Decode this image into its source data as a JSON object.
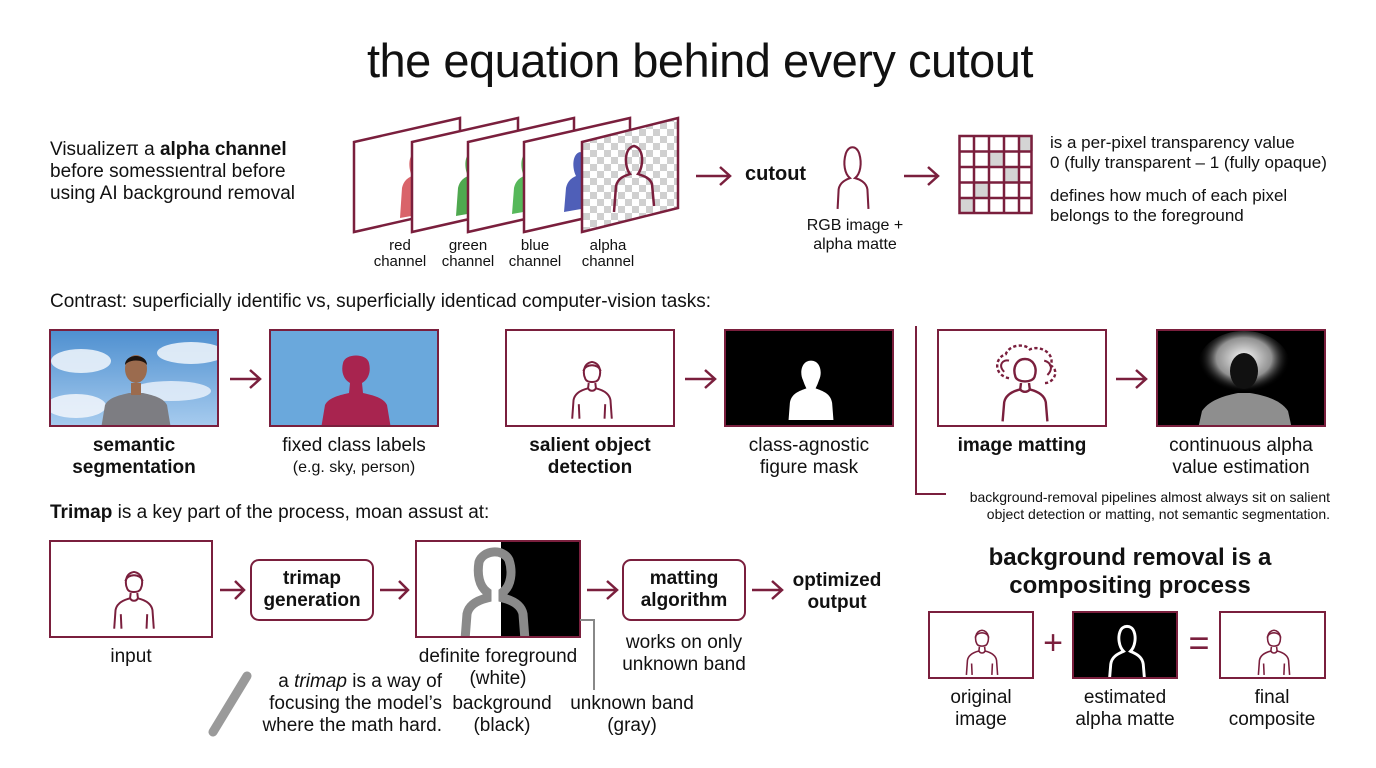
{
  "title": "the equation behind every cutout",
  "intro": {
    "line1_pre": "Visualizeπ a ",
    "line1_bold": "alpha channel",
    "line2": "before somessιentral before",
    "line3": "using AI background removal"
  },
  "channels": [
    {
      "line1": "red",
      "line2": "channel"
    },
    {
      "line1": "green",
      "line2": "channel"
    },
    {
      "line1": "blue",
      "line2": "channel"
    },
    {
      "line1": "alpha",
      "line2": "channel"
    }
  ],
  "cutout": {
    "label": "cutout",
    "sub1": "RGB image +",
    "sub2": "alpha matte"
  },
  "alpha_def": {
    "line1": "is a per-pixel transparency value",
    "line2": "0 (fully transparent – 1 (fully opaque)",
    "line3": "defines how much of each pixel",
    "line4": "belongs to the foreground"
  },
  "contrast_heading": "Contrast: superficially identific vs, superficially identicad computer-vision tasks:",
  "tasks": {
    "semantic": {
      "line1": "semantic",
      "line2": "segmentation"
    },
    "fixed": {
      "line1": "fixed class labels",
      "line2": "(e.g. sky, person)"
    },
    "salient": {
      "line1": "salient object",
      "line2": "detection"
    },
    "agnostic": {
      "line1": "class-agnostic",
      "line2": "figure mask"
    },
    "matting": {
      "line1": "image matting"
    },
    "continuous": {
      "line1": "continuous alpha",
      "line2": "value estimation"
    }
  },
  "pipeline_note": {
    "line1": "background-removal pipelines almost always sit on salient",
    "line2": "object detection or matting, not semantic segmentation."
  },
  "trimap": {
    "heading_bold": "Trimap",
    "heading_rest": " is a key part of the process, moan assust at:",
    "input_label": "input",
    "box1": {
      "line1": "trimap",
      "line2": "generation"
    },
    "box2": {
      "line1": "matting",
      "line2": "algorithm"
    },
    "works1": "works on only",
    "works2": "unknown band",
    "output1": "optimized",
    "output2": "output",
    "fg1": "definite foreground",
    "fg2": "(white)",
    "bg1": "background",
    "bg2": "(black)",
    "unk1": "unknown band",
    "unk2": "(gray)",
    "note_pre": "a ",
    "note_italic": "trimap",
    "note_post": " is a way of",
    "note2": "focusing the model’s",
    "note3": "where the math hard."
  },
  "composite": {
    "title1": "background removal is a",
    "title2": "compositing process",
    "plus": "+",
    "equals": "=",
    "original1": "original",
    "original2": "image",
    "estimated1": "estimated",
    "estimated2": "alpha matte",
    "final1": "final",
    "final2": "composite"
  },
  "colors": {
    "accent": "#7a1f3d",
    "sky": "#6aa8dc",
    "maroon_fill": "#a8244f"
  }
}
